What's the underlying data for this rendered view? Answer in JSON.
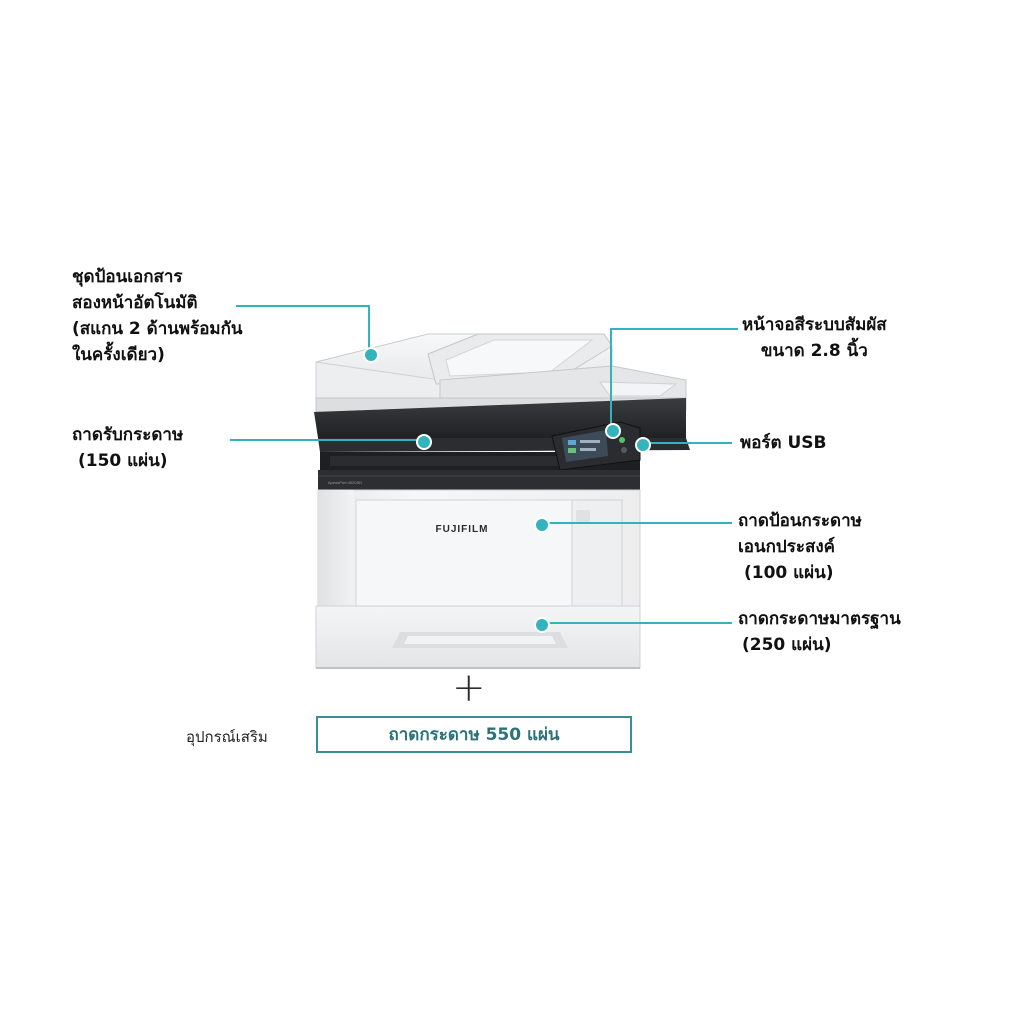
{
  "callouts": {
    "adf": {
      "lines": [
        "ชุดป้อนเอกสาร",
        "สองหน้าอัตโนมัติ",
        "(สแกน 2 ด้านพร้อมกัน",
        "ในครั้งเดียว)"
      ]
    },
    "output_tray": {
      "lines": [
        "ถาดรับกระดาษ",
        "(150 แผ่น)"
      ]
    },
    "touchscreen": {
      "lines": [
        "หน้าจอสีระบบสัมผัส",
        "ขนาด 2.8 นิ้ว"
      ]
    },
    "usb_port": {
      "lines": [
        "พอร์ต USB"
      ]
    },
    "bypass_tray": {
      "lines": [
        "ถาดป้อนกระดาษ",
        "เอนกประสงค์",
        "(100 แผ่น)"
      ]
    },
    "standard_tray": {
      "lines": [
        "ถาดกระดาษมาตรฐาน",
        "(250 แผ่น)"
      ]
    }
  },
  "optional": {
    "plus_symbol": "+",
    "label": "อุปกรณ์เสริม",
    "item": "ถาดกระดาษ 550 แผ่น"
  },
  "printer": {
    "brand": "FUJIFILM",
    "model_text": "ApeosPort 4020SD"
  },
  "colors": {
    "accent": "#35b3bd",
    "option_border": "#3a8e93",
    "option_text": "#2b7378"
  }
}
